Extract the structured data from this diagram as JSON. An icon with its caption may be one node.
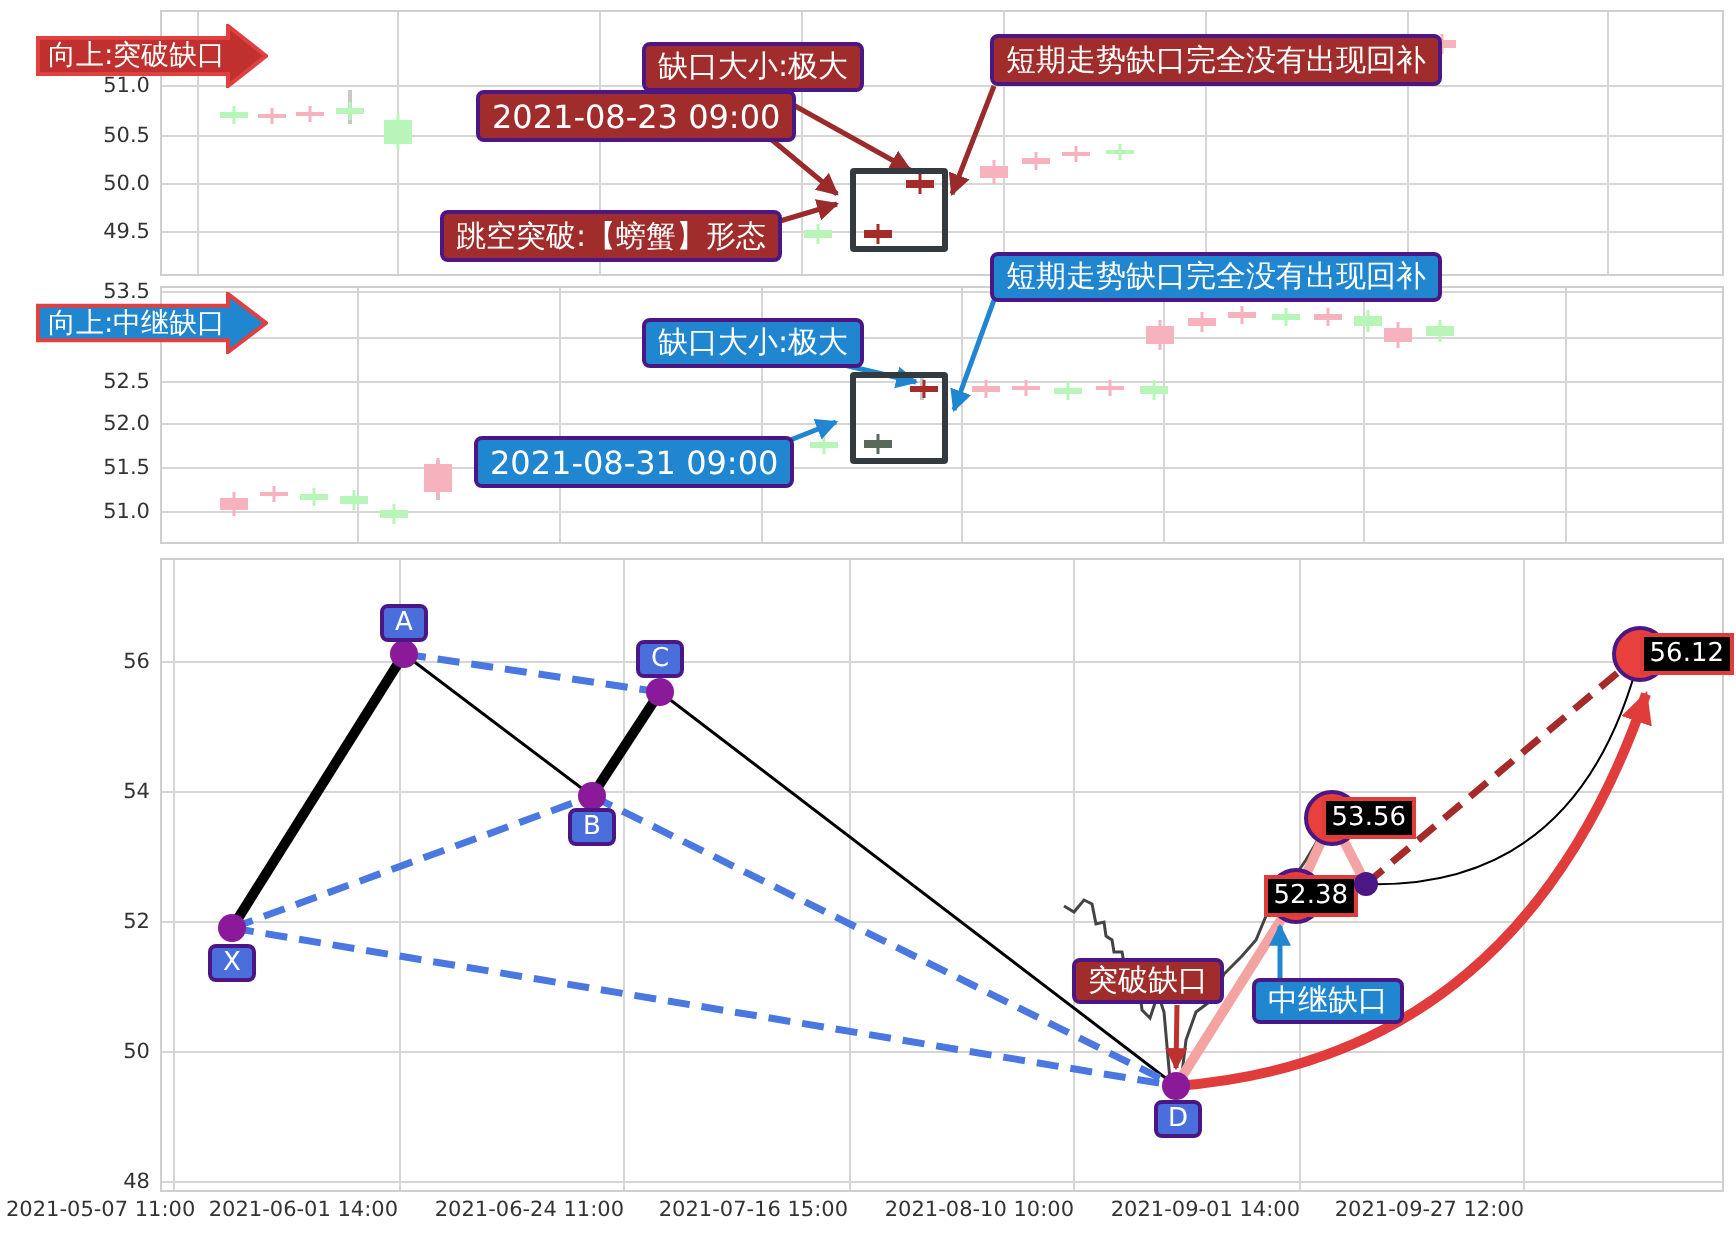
{
  "diagram": {
    "nodes": [
      {
        "text": [
          "向上:突破缺口"
        ]
      },
      {
        "text": [
          "缺口大小:极大"
        ]
      },
      {
        "text": [
          "2021-08-23 09:00"
        ]
      },
      {
        "text": [
          "短期走势缺口完全没有出现回补"
        ]
      },
      {
        "text": [
          "跳空突破:【螃蟹】形态"
        ]
      },
      {
        "text": [],
        "shape": "box"
      },
      {
        "text": [
          "向上:中继缺口"
        ]
      },
      {
        "text": [
          "缺口大小:极大"
        ]
      },
      {
        "text": [
          "2021-08-31 09:00"
        ]
      },
      {
        "text": [
          "短期走势缺口完全没有出现回补"
        ]
      },
      {
        "text": [],
        "shape": "box"
      },
      {
        "text": [
          "X"
        ]
      },
      {
        "text": [
          "A"
        ]
      },
      {
        "text": [
          "B"
        ]
      },
      {
        "text": [
          "C"
        ]
      },
      {
        "text": [
          "D"
        ]
      },
      {
        "text": [
          "突破缺口"
        ]
      },
      {
        "text": [
          "中继缺口"
        ]
      },
      {
        "text": [
          "52.38"
        ]
      },
      {
        "text": [
          "53.56"
        ]
      },
      {
        "text": [
          "56.12"
        ]
      },
      {
        "text": [],
        "shape": "circle"
      }
    ],
    "edges": [
      {
        "from": 2,
        "to": 5,
        "arrow": "to",
        "color": "#9b2a2a"
      },
      {
        "from": 4,
        "to": 5,
        "arrow": "to",
        "color": "#9b2a2a"
      },
      {
        "from": 1,
        "to": 5,
        "arrow": "to",
        "color": "#9b2a2a"
      },
      {
        "from": 3,
        "to": 5,
        "arrow": "to",
        "color": "#9b2a2a"
      },
      {
        "from": 8,
        "to": 10,
        "arrow": "to",
        "color": "#1f86cf"
      },
      {
        "from": 7,
        "to": 10,
        "arrow": "to",
        "color": "#1f86cf"
      },
      {
        "from": 9,
        "to": 10,
        "arrow": "to",
        "color": "#1f86cf"
      },
      {
        "from": 11,
        "to": 12,
        "arrow": "none",
        "style": "thick",
        "color": "#000000"
      },
      {
        "from": 12,
        "to": 13,
        "arrow": "none",
        "color": "#000000"
      },
      {
        "from": 13,
        "to": 14,
        "arrow": "none",
        "style": "thick",
        "color": "#000000"
      },
      {
        "from": 14,
        "to": 15,
        "arrow": "none",
        "color": "#000000"
      },
      {
        "from": 11,
        "to": 13,
        "arrow": "none",
        "style": "dashed",
        "color": "#4a78e0"
      },
      {
        "from": 12,
        "to": 14,
        "arrow": "none",
        "style": "dashed",
        "color": "#4a78e0"
      },
      {
        "from": 13,
        "to": 15,
        "arrow": "none",
        "style": "dashed",
        "color": "#4a78e0"
      },
      {
        "from": 11,
        "to": 15,
        "arrow": "none",
        "style": "dashed",
        "color": "#4a78e0"
      },
      {
        "from": 15,
        "to": 18,
        "arrow": "none",
        "style": "thick",
        "color": "#f4a3a3"
      },
      {
        "from": 18,
        "to": 19,
        "arrow": "none",
        "style": "thick",
        "color": "#f4a3a3"
      },
      {
        "from": 19,
        "to": 21,
        "arrow": "none",
        "style": "thick",
        "color": "#f4a3a3"
      },
      {
        "from": 21,
        "to": 20,
        "arrow": "none",
        "style": "dashed",
        "color": "#a52a2a"
      },
      {
        "from": 21,
        "to": 20,
        "arrow": "none",
        "color": "#000000"
      },
      {
        "from": 15,
        "to": 20,
        "arrow": "to",
        "style": "thick",
        "color": "#e03c3c"
      },
      {
        "from": 16,
        "to": 15,
        "arrow": "to",
        "color": "#c0302e"
      },
      {
        "from": 17,
        "to": 18,
        "arrow": "to",
        "color": "#1f86cf"
      }
    ],
    "labels": [
      "51.0",
      "50.5",
      "50.0",
      "49.5",
      "53.5",
      "52.5",
      "52.0",
      "51.5",
      "51.0",
      "56",
      "54",
      "52",
      "50",
      "48",
      "2021-05-07 11:00",
      "2021-06-01 14:00",
      "2021-06-24 11:00",
      "2021-07-16 15:00",
      "2021-08-10 10:00",
      "2021-09-01 14:00",
      "2021-09-27 12:00"
    ]
  }
}
